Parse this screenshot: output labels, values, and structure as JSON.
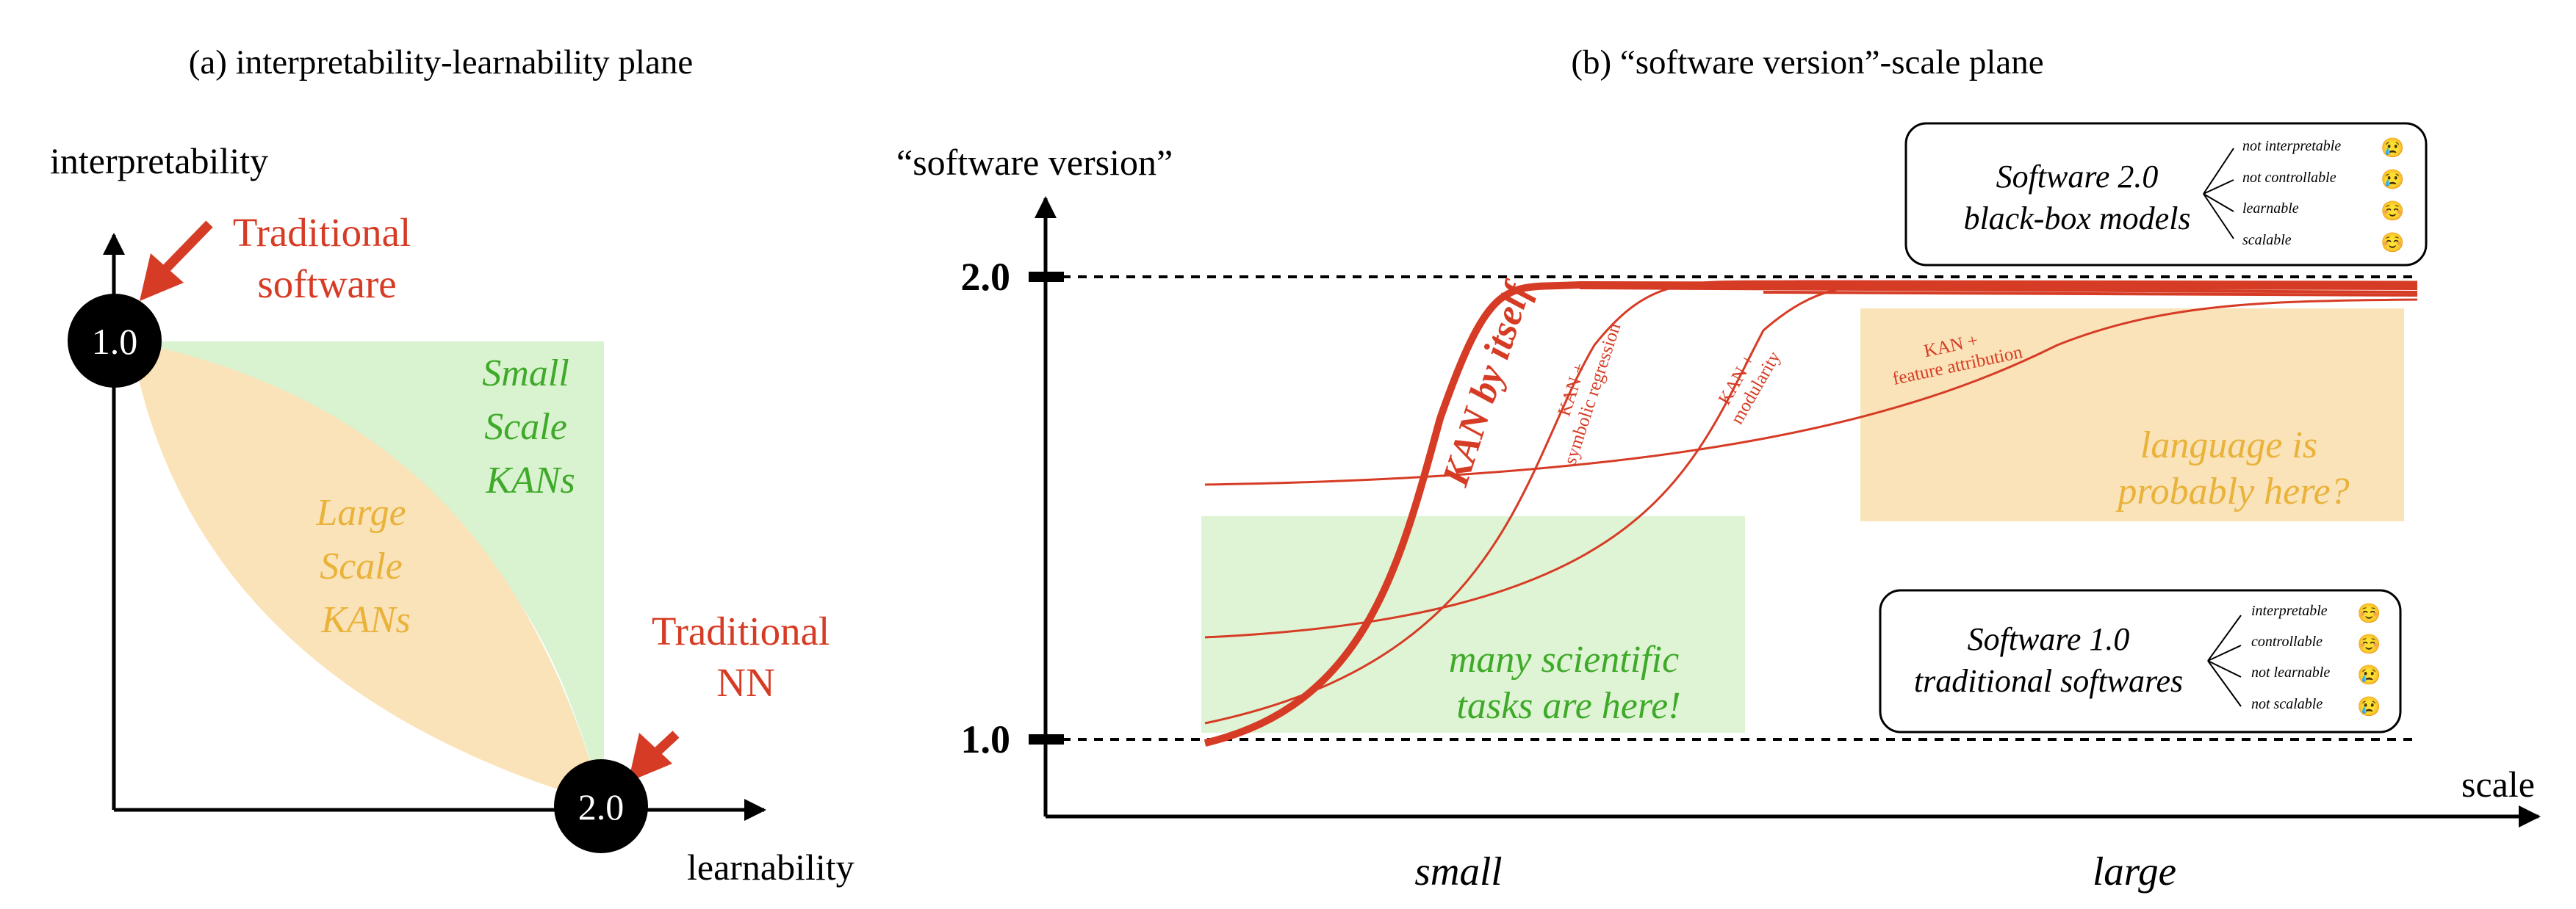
{
  "panel_a": {
    "title": "(a) interpretability-learnability plane",
    "y_axis_label": "interpretability",
    "x_axis_label": "learnability",
    "point_1": "1.0",
    "point_2": "2.0",
    "trad_software_line1": "Traditional",
    "trad_software_line2": "software",
    "trad_nn_line1": "Traditional",
    "trad_nn_line2": "NN",
    "small_kans": [
      "Small",
      "Scale",
      "KANs"
    ],
    "large_kans": [
      "Large",
      "Scale",
      "KANs"
    ],
    "colors": {
      "green_region": "#d9f2cf",
      "orange_region": "#fae3b8",
      "accent": "#d63c25"
    }
  },
  "panel_b": {
    "title": "(b) “software version”-scale plane",
    "y_axis_label": "“software version”",
    "x_axis_label": "scale",
    "tick_2": "2.0",
    "tick_1": "1.0",
    "x_small": "small",
    "x_large": "large",
    "kan_itself": "KAN by itself",
    "curve_symbolic": [
      "KAN +",
      "symbolic regression"
    ],
    "curve_modularity": [
      "KAN +",
      "modularity"
    ],
    "curve_feature": [
      "KAN +",
      "feature attribution"
    ],
    "green_box": [
      "many scientific",
      "tasks are here!"
    ],
    "orange_box": [
      "language is",
      "probably here?"
    ],
    "software2": {
      "title_line1": "Software 2.0",
      "title_line2": "black-box models",
      "items": [
        {
          "label": "not interpretable",
          "emoji": "😢"
        },
        {
          "label": "not controllable",
          "emoji": "😢"
        },
        {
          "label": "learnable",
          "emoji": "☺️"
        },
        {
          "label": "scalable",
          "emoji": "☺️"
        }
      ]
    },
    "software1": {
      "title_line1": "Software 1.0",
      "title_line2": "traditional softwares",
      "items": [
        {
          "label": "interpretable",
          "emoji": "☺️"
        },
        {
          "label": "controllable",
          "emoji": "☺️"
        },
        {
          "label": "not learnable",
          "emoji": "😢"
        },
        {
          "label": "not scalable",
          "emoji": "😢"
        }
      ]
    }
  }
}
